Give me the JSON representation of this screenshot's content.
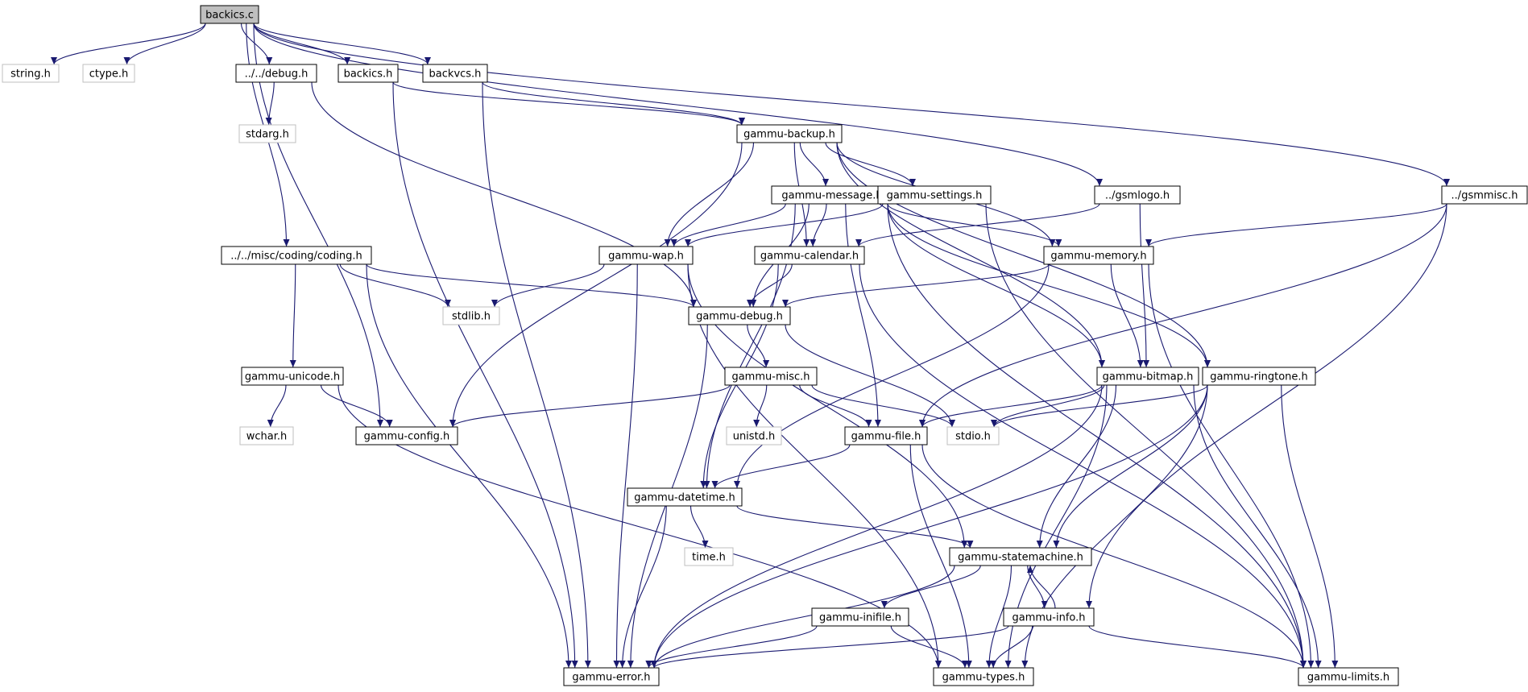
{
  "colors": {
    "edge": "#191970",
    "node_border": "#000000",
    "external_border": "#bfbfbf",
    "root_fill": "#bfbfbf",
    "node_fill": "#ffffff",
    "text": "#000000"
  },
  "nodes": [
    {
      "id": "backics_c",
      "label": "backics.c",
      "kind": "root"
    },
    {
      "id": "string_h",
      "label": "string.h",
      "kind": "external"
    },
    {
      "id": "ctype_h",
      "label": "ctype.h",
      "kind": "external"
    },
    {
      "id": "debug_h",
      "label": "../../debug.h",
      "kind": "local"
    },
    {
      "id": "backics_h",
      "label": "backics.h",
      "kind": "local"
    },
    {
      "id": "backvcs_h",
      "label": "backvcs.h",
      "kind": "local"
    },
    {
      "id": "stdarg_h",
      "label": "stdarg.h",
      "kind": "external"
    },
    {
      "id": "gammu_backup_h",
      "label": "gammu-backup.h",
      "kind": "local"
    },
    {
      "id": "gammu_message_h",
      "label": "gammu-message.h",
      "kind": "local"
    },
    {
      "id": "gammu_settings_h",
      "label": "gammu-settings.h",
      "kind": "local"
    },
    {
      "id": "gsmlogo_h",
      "label": "../gsmlogo.h",
      "kind": "local"
    },
    {
      "id": "gsmmisc_h",
      "label": "../gsmmisc.h",
      "kind": "local"
    },
    {
      "id": "coding_h",
      "label": "../../misc/coding/coding.h",
      "kind": "local"
    },
    {
      "id": "gammu_wap_h",
      "label": "gammu-wap.h",
      "kind": "local"
    },
    {
      "id": "gammu_calendar_h",
      "label": "gammu-calendar.h",
      "kind": "local"
    },
    {
      "id": "gammu_memory_h",
      "label": "gammu-memory.h",
      "kind": "local"
    },
    {
      "id": "stdlib_h",
      "label": "stdlib.h",
      "kind": "external"
    },
    {
      "id": "gammu_debug_h",
      "label": "gammu-debug.h",
      "kind": "local"
    },
    {
      "id": "gammu_unicode_h",
      "label": "gammu-unicode.h",
      "kind": "local"
    },
    {
      "id": "gammu_misc_h",
      "label": "gammu-misc.h",
      "kind": "local"
    },
    {
      "id": "gammu_bitmap_h",
      "label": "gammu-bitmap.h",
      "kind": "local"
    },
    {
      "id": "gammu_ringtone_h",
      "label": "gammu-ringtone.h",
      "kind": "local"
    },
    {
      "id": "wchar_h",
      "label": "wchar.h",
      "kind": "external"
    },
    {
      "id": "gammu_config_h",
      "label": "gammu-config.h",
      "kind": "local"
    },
    {
      "id": "unistd_h",
      "label": "unistd.h",
      "kind": "external"
    },
    {
      "id": "gammu_file_h",
      "label": "gammu-file.h",
      "kind": "local"
    },
    {
      "id": "stdio_h",
      "label": "stdio.h",
      "kind": "external"
    },
    {
      "id": "gammu_datetime_h",
      "label": "gammu-datetime.h",
      "kind": "local"
    },
    {
      "id": "time_h",
      "label": "time.h",
      "kind": "external"
    },
    {
      "id": "gammu_statemachine_h",
      "label": "gammu-statemachine.h",
      "kind": "local"
    },
    {
      "id": "gammu_inifile_h",
      "label": "gammu-inifile.h",
      "kind": "local"
    },
    {
      "id": "gammu_info_h",
      "label": "gammu-info.h",
      "kind": "local"
    },
    {
      "id": "gammu_error_h",
      "label": "gammu-error.h",
      "kind": "local"
    },
    {
      "id": "gammu_types_h",
      "label": "gammu-types.h",
      "kind": "local"
    },
    {
      "id": "gammu_limits_h",
      "label": "gammu-limits.h",
      "kind": "local"
    }
  ],
  "edges": [
    [
      "backics_c",
      "string_h"
    ],
    [
      "backics_c",
      "ctype_h"
    ],
    [
      "backics_c",
      "debug_h"
    ],
    [
      "backics_c",
      "backics_h"
    ],
    [
      "backics_c",
      "backvcs_h"
    ],
    [
      "backics_c",
      "gsmlogo_h"
    ],
    [
      "backics_c",
      "gsmmisc_h"
    ],
    [
      "backics_c",
      "coding_h"
    ],
    [
      "backics_c",
      "gammu_config_h"
    ],
    [
      "debug_h",
      "stdarg_h"
    ],
    [
      "debug_h",
      "gammu_debug_h"
    ],
    [
      "backics_h",
      "gammu_backup_h"
    ],
    [
      "backics_h",
      "gammu_error_h"
    ],
    [
      "backvcs_h",
      "gammu_backup_h"
    ],
    [
      "backvcs_h",
      "gammu_error_h"
    ],
    [
      "gammu_backup_h",
      "gammu_message_h"
    ],
    [
      "gammu_backup_h",
      "gammu_settings_h"
    ],
    [
      "gammu_backup_h",
      "gammu_wap_h"
    ],
    [
      "gammu_backup_h",
      "gammu_calendar_h"
    ],
    [
      "gammu_backup_h",
      "gammu_memory_h"
    ],
    [
      "gammu_backup_h",
      "gammu_bitmap_h"
    ],
    [
      "gammu_backup_h",
      "gammu_ringtone_h"
    ],
    [
      "gammu_backup_h",
      "gammu_config_h"
    ],
    [
      "gammu_message_h",
      "gammu_wap_h"
    ],
    [
      "gammu_message_h",
      "gammu_calendar_h"
    ],
    [
      "gammu_message_h",
      "gammu_memory_h"
    ],
    [
      "gammu_message_h",
      "gammu_debug_h"
    ],
    [
      "gammu_message_h",
      "gammu_datetime_h"
    ],
    [
      "gammu_message_h",
      "gammu_file_h"
    ],
    [
      "gammu_message_h",
      "gammu_bitmap_h"
    ],
    [
      "gammu_message_h",
      "gammu_ringtone_h"
    ],
    [
      "gammu_message_h",
      "gammu_limits_h"
    ],
    [
      "gammu_settings_h",
      "gammu_wap_h"
    ],
    [
      "gammu_settings_h",
      "gammu_limits_h"
    ],
    [
      "gsmlogo_h",
      "gammu_bitmap_h"
    ],
    [
      "gsmlogo_h",
      "gammu_calendar_h"
    ],
    [
      "gsmmisc_h",
      "gammu_memory_h"
    ],
    [
      "gsmmisc_h",
      "gammu_file_h"
    ],
    [
      "gsmmisc_h",
      "gammu_info_h"
    ],
    [
      "coding_h",
      "stdlib_h"
    ],
    [
      "coding_h",
      "gammu_debug_h"
    ],
    [
      "coding_h",
      "gammu_unicode_h"
    ],
    [
      "coding_h",
      "gammu_error_h"
    ],
    [
      "gammu_wap_h",
      "stdlib_h"
    ],
    [
      "gammu_wap_h",
      "gammu_error_h"
    ],
    [
      "gammu_wap_h",
      "gammu_types_h"
    ],
    [
      "gammu_wap_h",
      "gammu_statemachine_h"
    ],
    [
      "gammu_calendar_h",
      "gammu_debug_h"
    ],
    [
      "gammu_calendar_h",
      "gammu_datetime_h"
    ],
    [
      "gammu_calendar_h",
      "gammu_limits_h"
    ],
    [
      "gammu_memory_h",
      "gammu_debug_h"
    ],
    [
      "gammu_memory_h",
      "gammu_bitmap_h"
    ],
    [
      "gammu_memory_h",
      "gammu_datetime_h"
    ],
    [
      "gammu_memory_h",
      "gammu_limits_h"
    ],
    [
      "gammu_debug_h",
      "gammu_misc_h"
    ],
    [
      "gammu_debug_h",
      "stdio_h"
    ],
    [
      "gammu_debug_h",
      "gammu_error_h"
    ],
    [
      "gammu_unicode_h",
      "wchar_h"
    ],
    [
      "gammu_unicode_h",
      "gammu_config_h"
    ],
    [
      "gammu_unicode_h",
      "gammu_types_h"
    ],
    [
      "gammu_misc_h",
      "gammu_config_h"
    ],
    [
      "gammu_misc_h",
      "unistd_h"
    ],
    [
      "gammu_misc_h",
      "gammu_file_h"
    ],
    [
      "gammu_misc_h",
      "stdio_h"
    ],
    [
      "gammu_bitmap_h",
      "stdio_h"
    ],
    [
      "gammu_bitmap_h",
      "gammu_file_h"
    ],
    [
      "gammu_bitmap_h",
      "gammu_statemachine_h"
    ],
    [
      "gammu_bitmap_h",
      "gammu_error_h"
    ],
    [
      "gammu_bitmap_h",
      "gammu_types_h"
    ],
    [
      "gammu_bitmap_h",
      "gammu_limits_h"
    ],
    [
      "gammu_ringtone_h",
      "stdio_h"
    ],
    [
      "gammu_ringtone_h",
      "gammu_statemachine_h"
    ],
    [
      "gammu_ringtone_h",
      "gammu_error_h"
    ],
    [
      "gammu_ringtone_h",
      "gammu_types_h"
    ],
    [
      "gammu_ringtone_h",
      "gammu_limits_h"
    ],
    [
      "gammu_file_h",
      "gammu_datetime_h"
    ],
    [
      "gammu_file_h",
      "gammu_types_h"
    ],
    [
      "gammu_file_h",
      "gammu_limits_h"
    ],
    [
      "gammu_datetime_h",
      "time_h"
    ],
    [
      "gammu_datetime_h",
      "gammu_statemachine_h"
    ],
    [
      "gammu_datetime_h",
      "gammu_error_h"
    ],
    [
      "gammu_statemachine_h",
      "gammu_inifile_h"
    ],
    [
      "gammu_statemachine_h",
      "gammu_info_h"
    ],
    [
      "gammu_statemachine_h",
      "gammu_error_h"
    ],
    [
      "gammu_statemachine_h",
      "gammu_types_h"
    ],
    [
      "gammu_info_h",
      "gammu_statemachine_h"
    ],
    [
      "gammu_info_h",
      "gammu_error_h"
    ],
    [
      "gammu_info_h",
      "gammu_types_h"
    ],
    [
      "gammu_info_h",
      "gammu_limits_h"
    ],
    [
      "gammu_inifile_h",
      "gammu_error_h"
    ],
    [
      "gammu_inifile_h",
      "gammu_types_h"
    ]
  ]
}
